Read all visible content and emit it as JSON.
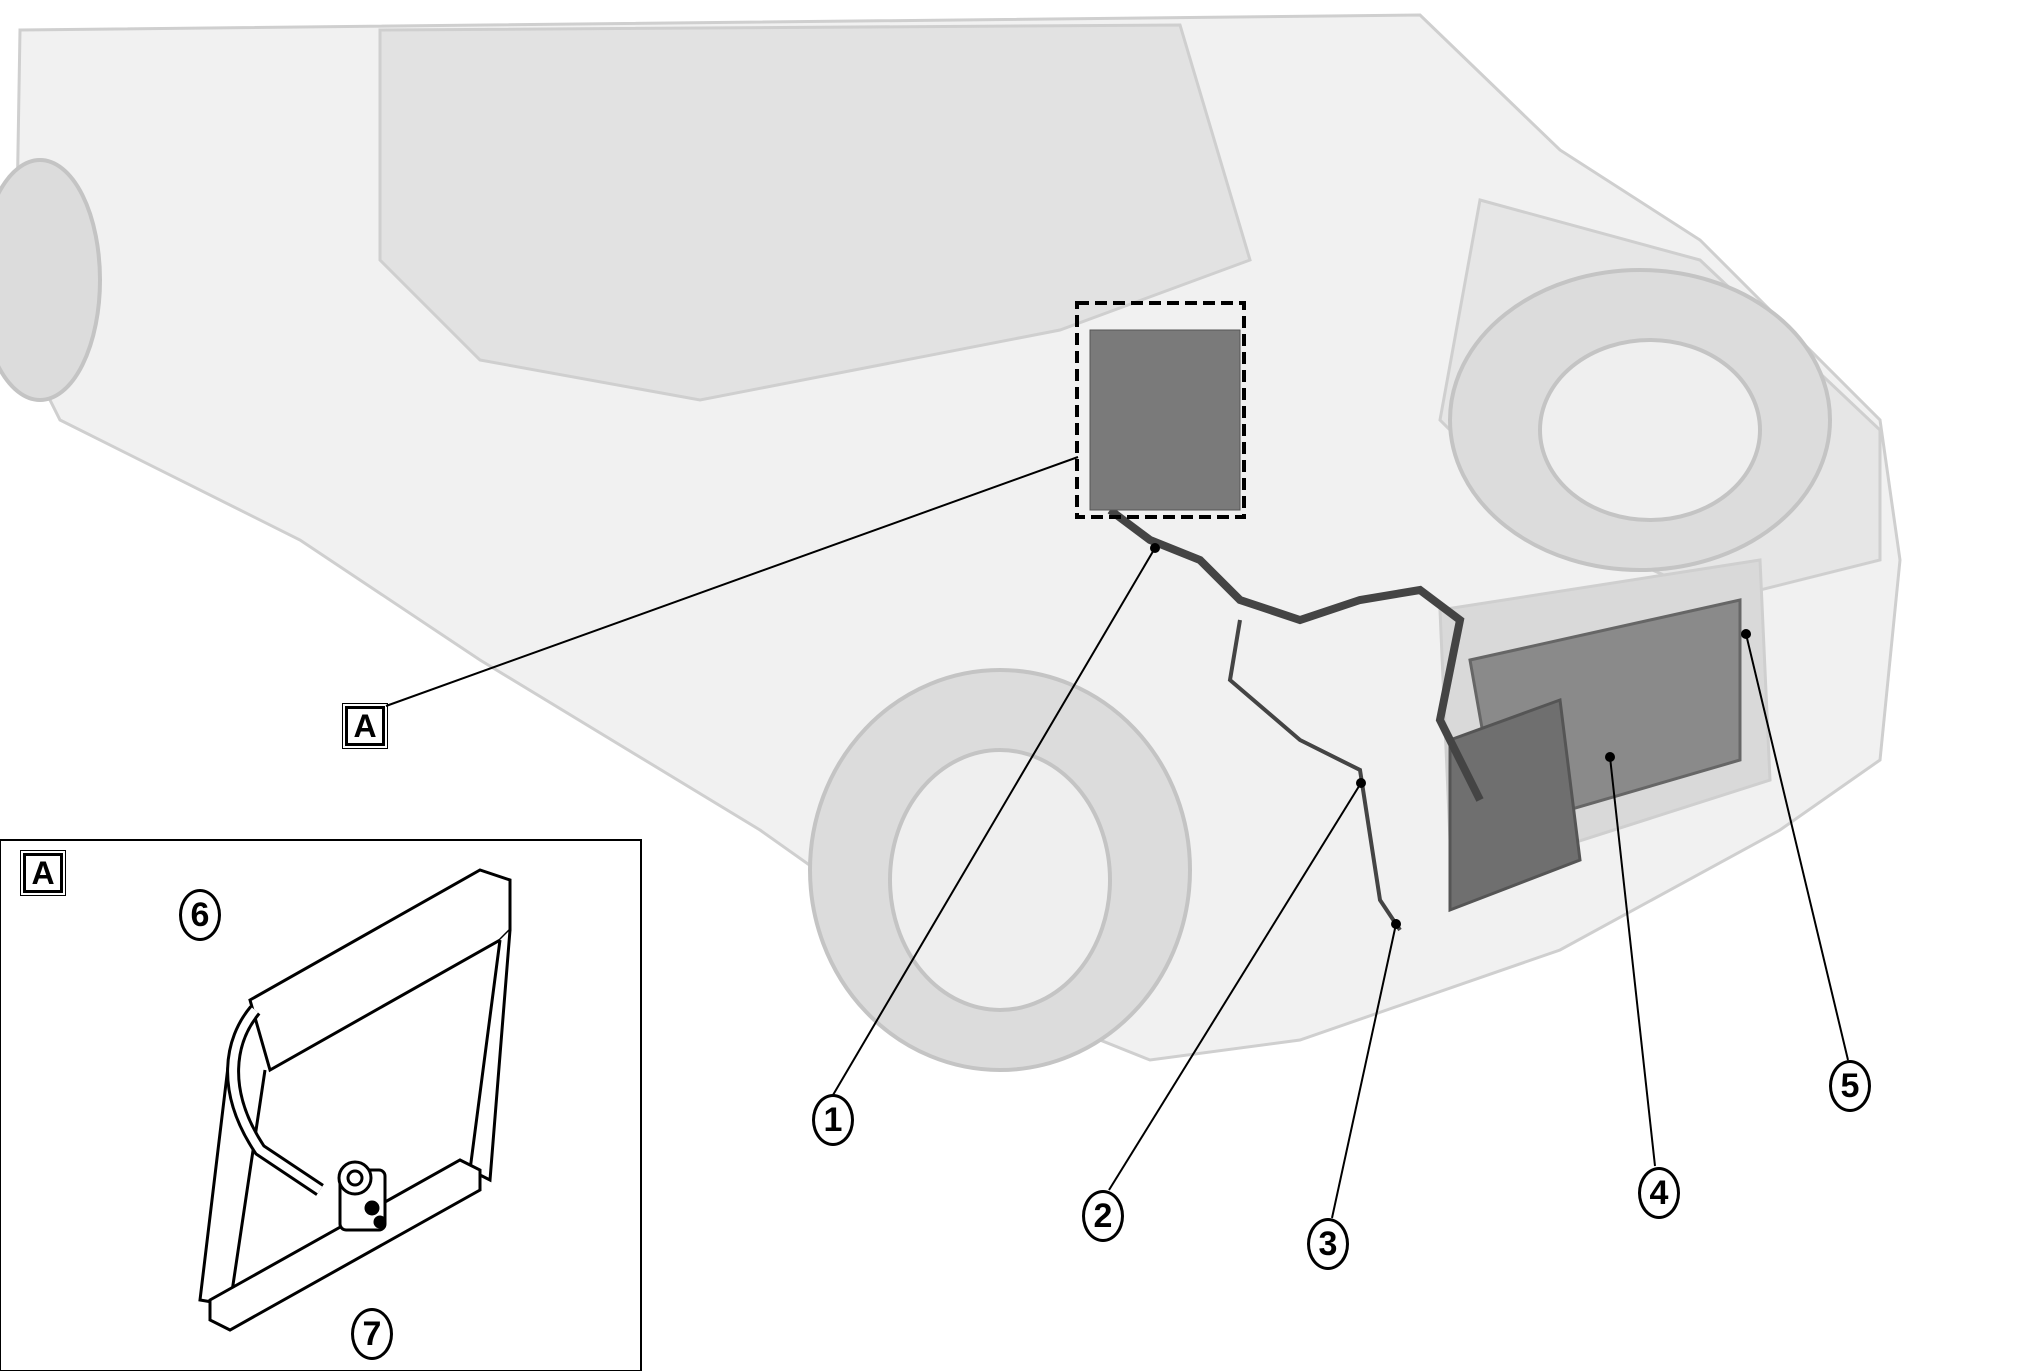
{
  "diagram": {
    "view_label": "A",
    "inset_label": "A",
    "callouts": [
      "1",
      "2",
      "3",
      "4",
      "5",
      "6",
      "7"
    ]
  },
  "colors": {
    "line": "#000000",
    "body": "#e4e4e4",
    "tire": "#d6d6d6"
  }
}
